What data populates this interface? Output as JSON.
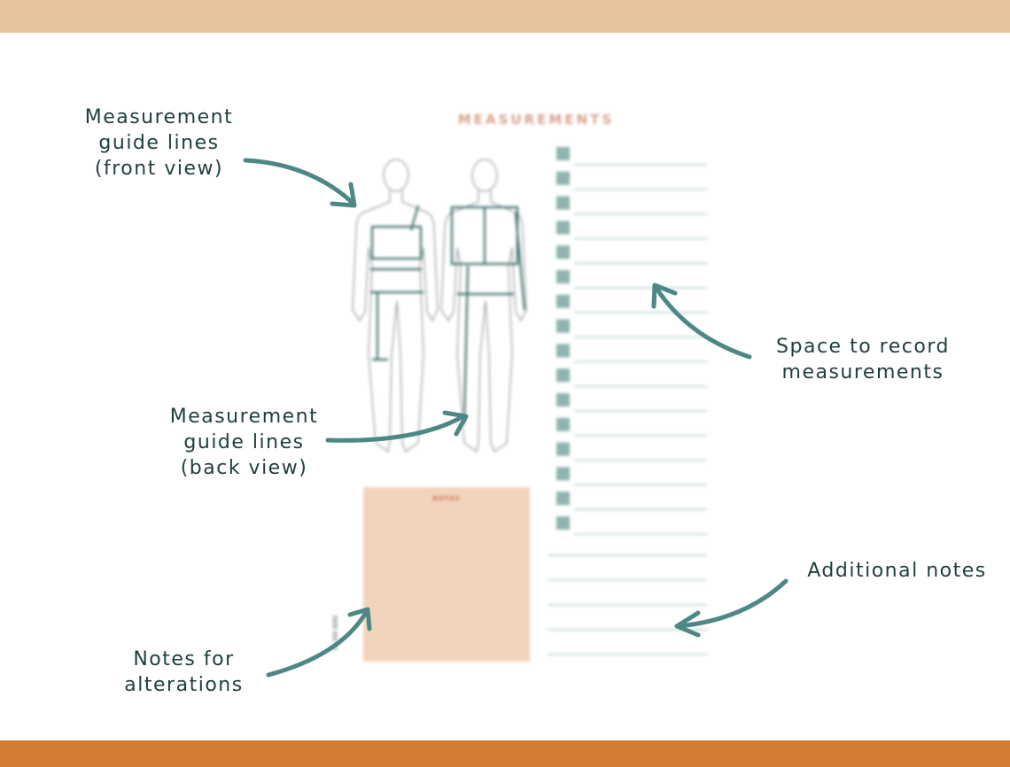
{
  "colors": {
    "top_band": "#e8c29a",
    "bottom_band": "#d27c32",
    "callout_text": "#1f3e3e",
    "arrow": "#4d8884",
    "sheet_title": "#d08a6e",
    "notes_fill": "#f2d3bc",
    "notes_label": "#c9764f",
    "guide_lines": "#3e6e6c",
    "figure_outline": "#9aa0a0",
    "row_square": "#8fb3b0",
    "row_line": "#c9dbda"
  },
  "sheet": {
    "title": "MEASUREMENTS",
    "notes_label": "NOTES",
    "measurement_rows": 16,
    "additional_note_lines": 5
  },
  "callouts": {
    "front_view": "Measurement\nguide lines\n(front view)",
    "back_view": "Measurement\nguide lines\n(back view)",
    "record": "Space to record\nmeasurements",
    "additional": "Additional notes",
    "alterations": "Notes for\nalterations"
  },
  "icons": [
    "arrow-icon"
  ]
}
